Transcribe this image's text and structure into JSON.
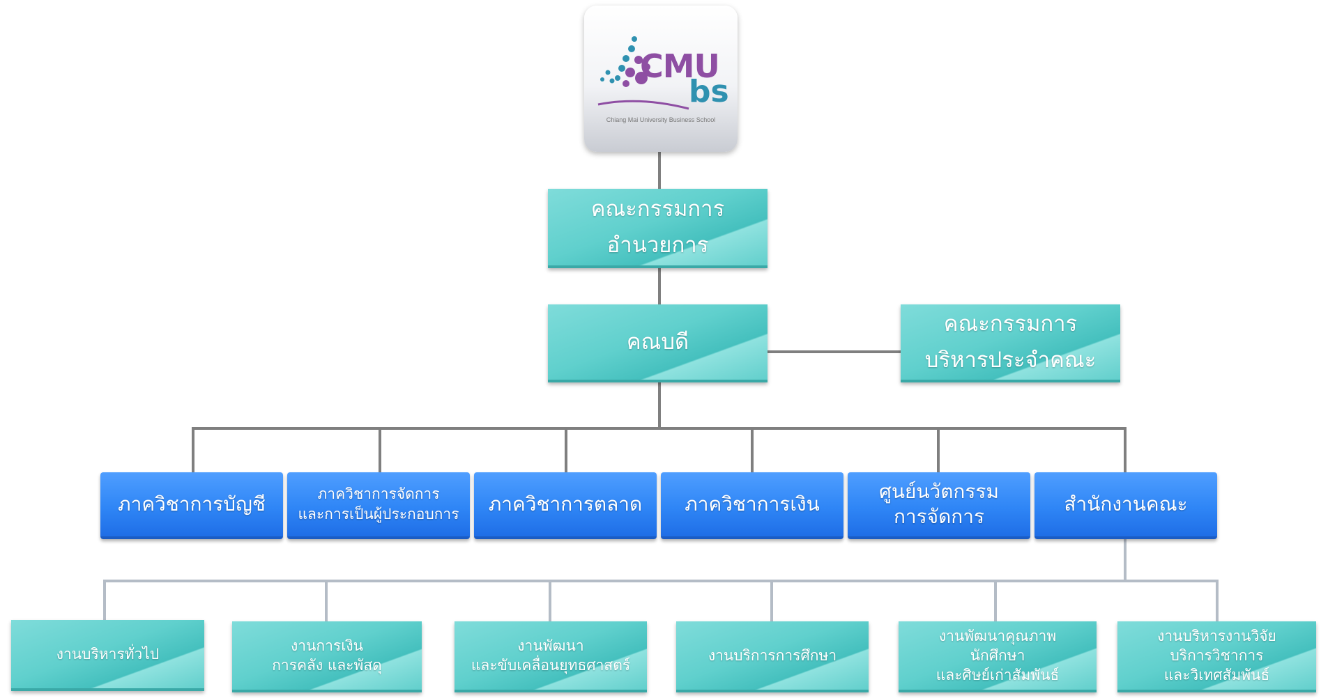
{
  "logo": {
    "wordmark": "CMU",
    "suffix": "bs",
    "tagline": "Chiang Mai University Business School",
    "colors": {
      "purple": "#8e4ea3",
      "teal": "#2f91b0"
    }
  },
  "top": {
    "board": "คณะกรรมการ\nอำนวยการ",
    "dean": "คณบดี",
    "executive_committee": "คณะกรรมการ\nบริหารประจำคณะ"
  },
  "departments": [
    "ภาควิชาการบัญชี",
    "ภาควิชาการจัดการ\nและการเป็นผู้ประกอบการ",
    "ภาควิชาการตลาด",
    "ภาควิชาการเงิน",
    "ศูนย์นวัตกรรม\nการจัดการ",
    "สำนักงานคณะ"
  ],
  "office_units": [
    "งานบริหารทั่วไป",
    "งานการเงิน\nการคลัง และพัสดุ",
    "งานพัฒนา\nและขับเคลื่อนยุทธศาสตร์",
    "งานบริการการศึกษา",
    "งานพัฒนาคุณภาพ\nนักศึกษา\nและศิษย์เก่าสัมพันธ์",
    "งานบริหารงานวิจัย\nบริการวิชาการ\nและวิเทศสัมพันธ์"
  ],
  "colors": {
    "teal": "#60d0cd",
    "blue": "#2f86f6",
    "connector": "#7f7f7f",
    "connector_light": "#b4bcc6"
  }
}
